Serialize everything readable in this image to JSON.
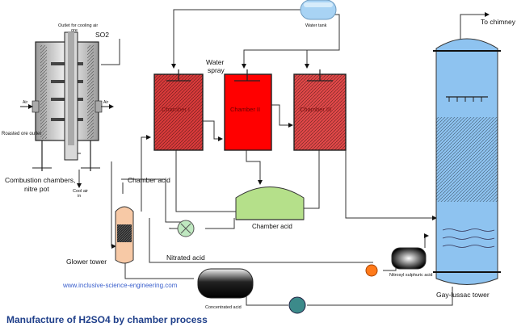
{
  "diagram": {
    "title": "Manufacture of H2SO4 by chamber process",
    "website": "www.inclusive-science-engineering.com",
    "labels": {
      "outlet_cooling": [
        "Outlet for cooling air",
        "ore"
      ],
      "so2": "SO2",
      "air_left": "Air",
      "air_right": "Air",
      "roasted_ore_outlet": "Roasted ore outlet",
      "combustion": [
        "Combustion chambers,",
        "nitre pot"
      ],
      "cool_air": [
        "Cool air",
        "in"
      ],
      "water_tank": "Water tank",
      "water_spray": [
        "Water",
        "spray"
      ],
      "chamber_1": "Chamber I",
      "chamber_2": "Chamber II",
      "chamber_3": "Chamber III",
      "chamber_acid_top": "Chamber acid",
      "chamber_acid_tank": "Chamber acid",
      "glower_tower": "Glower tower",
      "nitrated_acid": "Nitrated acid",
      "concentrated_acid": "Concentrated acid",
      "nitrosyl": "Nitrosyl sulphuric acid",
      "gay_lussac": "Gay-lussac tower",
      "chimney": "To chimney"
    },
    "colors": {
      "title": "#1f3f8a",
      "website": "#3a5fcc",
      "chamber_2": "#ff0000",
      "chamber_1": "#d83a3a",
      "chamber_3": "#e04848",
      "tower": "#8ec3f0",
      "tank_green": "#b5e08a",
      "pump_orange": "#ff7a1a",
      "pump_green": "#bfe8c0",
      "pump_teal": "#3c8a8a"
    }
  }
}
